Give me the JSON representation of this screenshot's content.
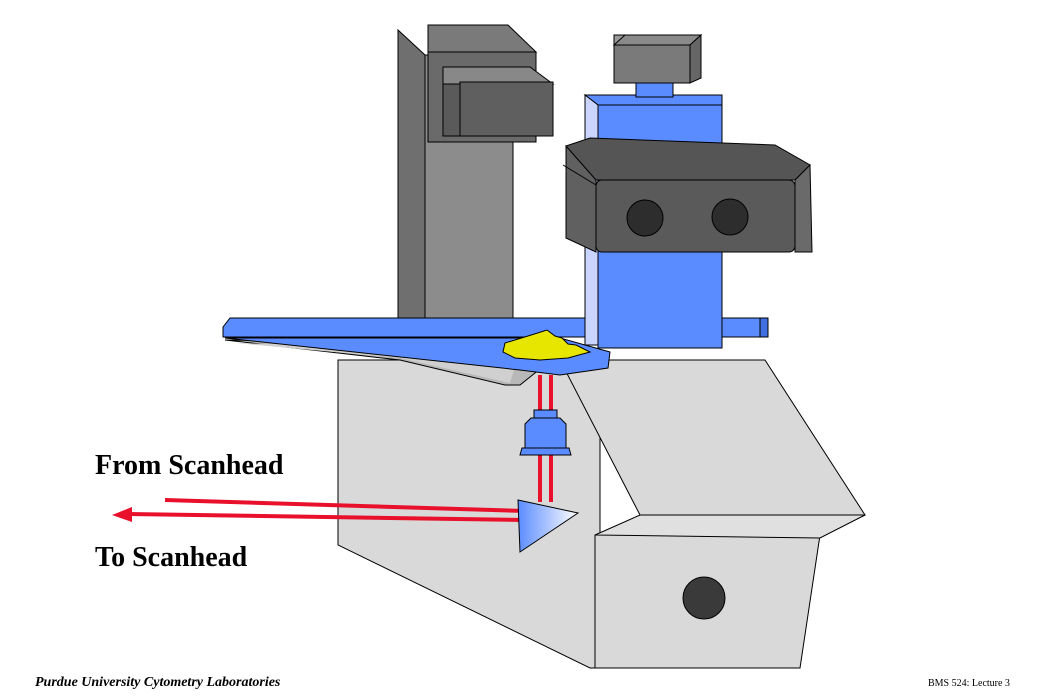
{
  "labels": {
    "from_scanhead": "From Scanhead",
    "to_scanhead": "To Scanhead"
  },
  "footer": {
    "left": "Purdue University Cytometry Laboratories",
    "right": "BMS 524: Lecture 3"
  },
  "colors": {
    "body_gray": "#d9d9d9",
    "column_gray": "#8c8c8c",
    "dark_gray": "#5f5f5f",
    "microscope_blue": "#5b8cff",
    "laser_red": "#e8102a",
    "specimen_yellow": "#e6e600"
  }
}
